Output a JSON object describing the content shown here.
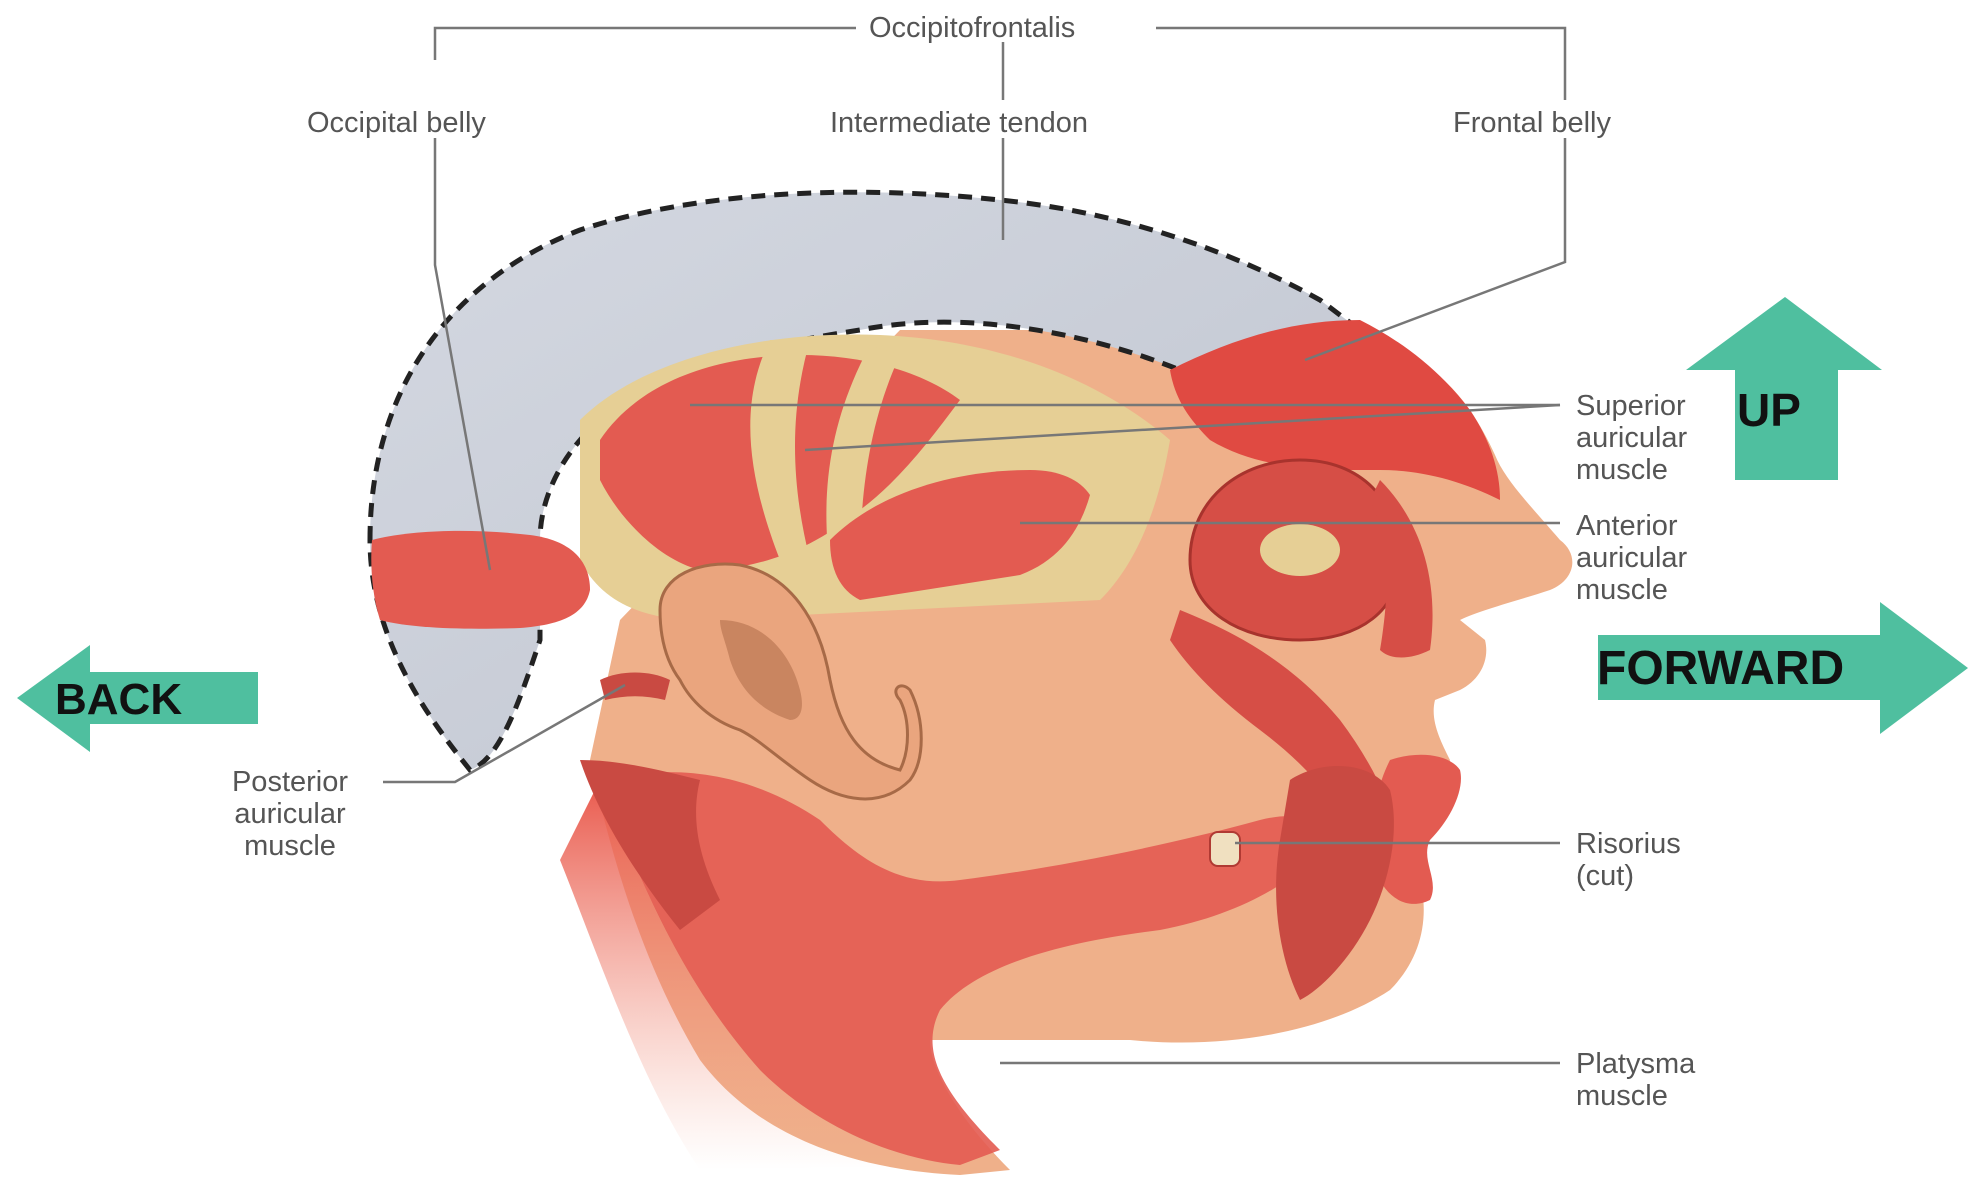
{
  "labels": {
    "occipitofrontalis": "Occipitofrontalis",
    "occipital_belly": "Occipital belly",
    "intermediate_tendon": "Intermediate tendon",
    "frontal_belly": "Frontal belly",
    "superior_auricular": [
      "Superior",
      "auricular",
      "muscle"
    ],
    "anterior_auricular": [
      "Anterior",
      "auricular",
      "muscle"
    ],
    "posterior_auricular": [
      "Posterior",
      "auricular",
      "muscle"
    ],
    "risorius": [
      "Risorius",
      "(cut)"
    ],
    "platysma": [
      "Platysma",
      "muscle"
    ]
  },
  "arrows": {
    "up": "UP",
    "forward": "FORWARD",
    "back": "BACK"
  },
  "colors": {
    "arrow": "#4fbf9f",
    "muscle": "#e0564f",
    "skin": "#efb08a",
    "tendon": "#c3c8d3",
    "fat": "#e6cf95",
    "label_text": "#555555",
    "leader_line": "#777777"
  }
}
